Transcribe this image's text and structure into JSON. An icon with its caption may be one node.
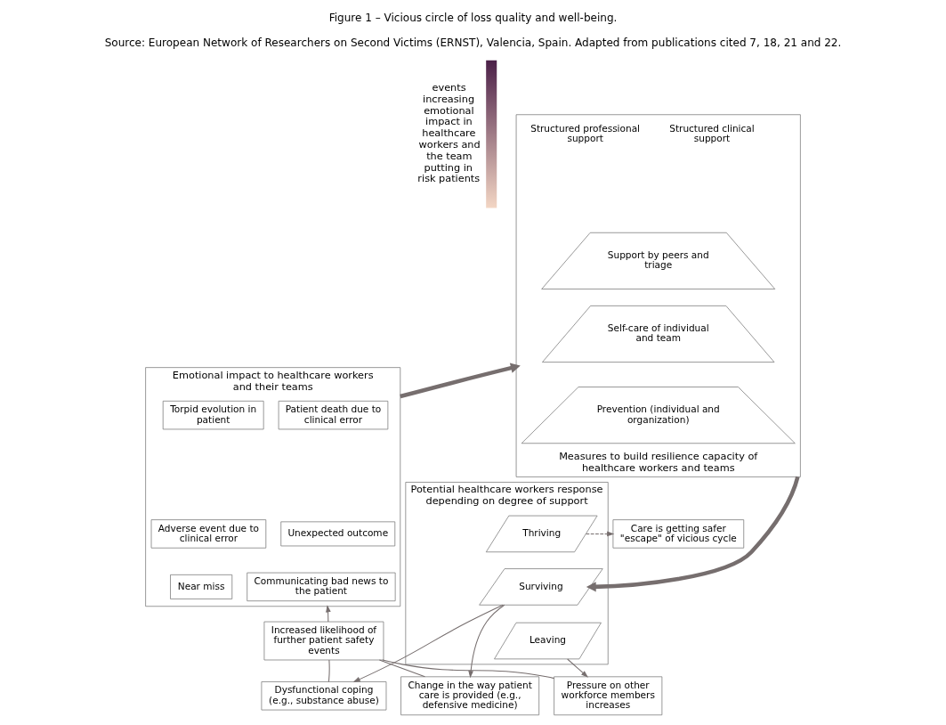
{
  "diagram": {
    "title": "Figure 1 – Vicious circle of loss quality and well-being.",
    "caption": "Source: European Network of Researchers on Second Victims (ERNST), Valencia, Spain. Adapted from publications cited 7, 18, 21 and 22.",
    "nodes": [
      {
        "text": [
          "Emotional impact to healthcare workers and their teams"
        ]
      },
      {
        "text": [
          "Torpid evolution in patient"
        ],
        "in": 0
      },
      {
        "text": [
          "Patient death due to clinical error"
        ],
        "in": 0
      },
      {
        "text": [
          "Unexpected outcome"
        ],
        "in": 0
      },
      {
        "text": [
          "Adverse event due to clinical error"
        ],
        "in": 0
      },
      {
        "text": [
          "Communicating bad news to the patient"
        ],
        "in": 0
      },
      {
        "text": [
          "Near miss"
        ],
        "in": 0
      },
      {
        "text": [
          "Measures to build resilience capacity of healthcare workers and teams"
        ]
      },
      {
        "text": [
          "Structured professional support"
        ],
        "in": 7
      },
      {
        "text": [
          "Structured clinical support"
        ],
        "in": 7
      },
      {
        "text": [
          "Support by peers and triage"
        ],
        "in": 7
      },
      {
        "text": [
          "Self-care of individual and team"
        ],
        "in": 7
      },
      {
        "text": [
          "Prevention (individual and organization)"
        ],
        "in": 7
      },
      {
        "text": [
          "Potential healthcare workers response depending on degree of support"
        ]
      },
      {
        "text": [
          "Thriving"
        ],
        "in": 13
      },
      {
        "text": [
          "Surviving"
        ],
        "in": 13
      },
      {
        "text": [
          "Leaving"
        ],
        "in": 13
      },
      {
        "text": [
          "Care is getting safer \"escape\" of vicious cycle"
        ]
      },
      {
        "text": [
          "Increased likelihood of further patient safety events"
        ]
      },
      {
        "text": [
          "Dysfunctional coping (e.g., substance abuse)"
        ]
      },
      {
        "text": [
          "Change in the way patient care is provided (e.g., defensive medicine)"
        ]
      },
      {
        "text": [
          "Pressure on other workforce members increases"
        ]
      }
    ],
    "edges": [
      {
        "from": 0,
        "to": 7,
        "arrow": "to",
        "style": "thick"
      },
      {
        "from": 7,
        "to": 15,
        "arrow": "to",
        "style": "thick"
      },
      {
        "from": 14,
        "to": 17,
        "arrow": "to",
        "style": "dashed"
      },
      {
        "from": 15,
        "to": 19,
        "arrow": "to"
      },
      {
        "from": 15,
        "to": 20,
        "arrow": "to"
      },
      {
        "from": 16,
        "to": 21,
        "arrow": "to"
      },
      {
        "from": 19,
        "to": 18,
        "arrow": "none"
      },
      {
        "from": 20,
        "to": 18,
        "arrow": "none"
      },
      {
        "from": 21,
        "to": 18,
        "arrow": "none"
      },
      {
        "from": 18,
        "to": 0,
        "arrow": "to"
      }
    ],
    "labels": [
      "events increasing emotional impact in healthcare workers and the team putting in risk patients"
    ]
  }
}
